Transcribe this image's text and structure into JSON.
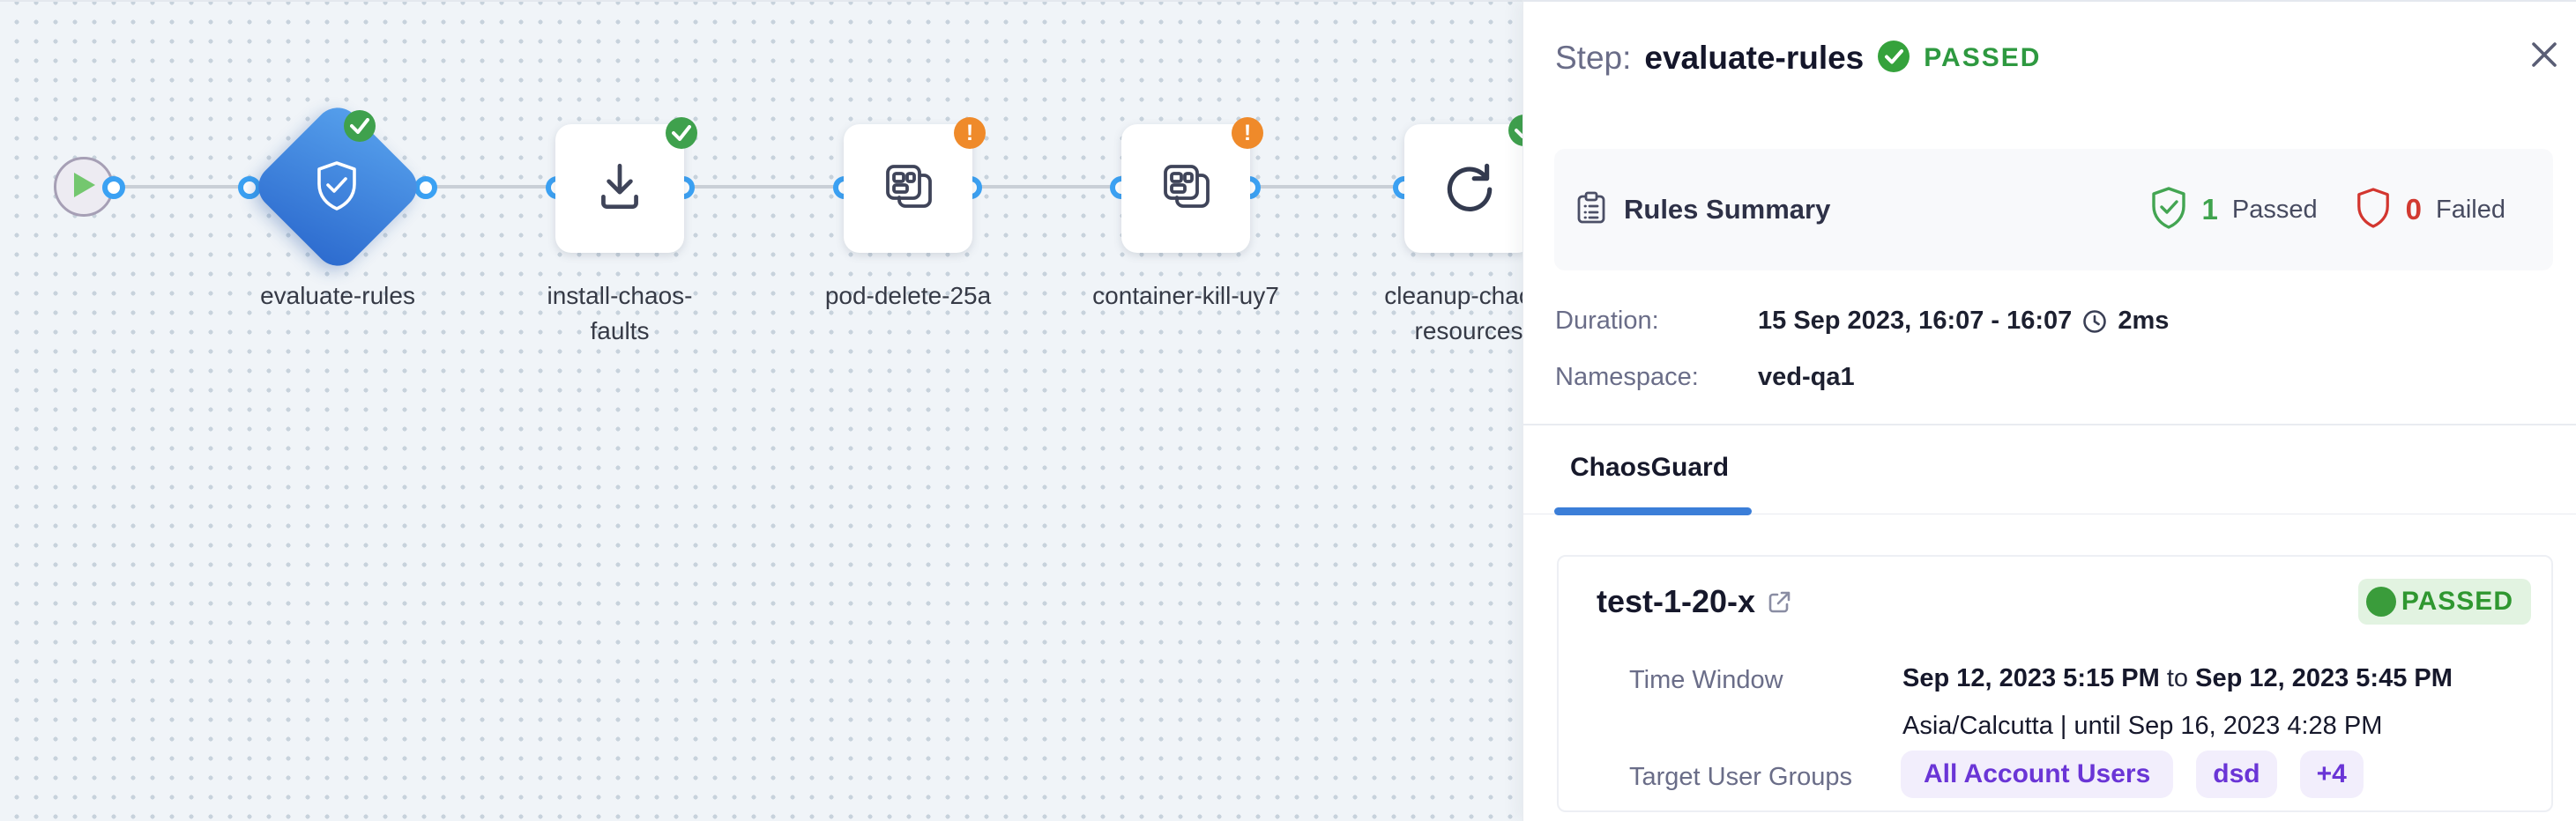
{
  "colors": {
    "canvas_bg": "#f0f4f8",
    "diamond_blue": "#2c6ace",
    "connector_blue": "#3ba1f3",
    "success_green": "#3fa14d",
    "warning_orange": "#ef8a2a",
    "fail_red": "#d23a31",
    "accent_purple": "#6a35d6",
    "tab_underline_blue": "#3b7ed8"
  },
  "canvas": {
    "nodes": [
      {
        "label": "evaluate-rules",
        "shape": "diamond",
        "icon": "shield-check-icon",
        "status": "passed"
      },
      {
        "label": "install-chaos-faults",
        "shape": "square",
        "icon": "download-icon",
        "status": "passed"
      },
      {
        "label": "pod-delete-25a",
        "shape": "square",
        "icon": "chaos-experiment-icon",
        "status": "warning"
      },
      {
        "label": "container-kill-uy7",
        "shape": "square",
        "icon": "chaos-experiment-icon",
        "status": "warning"
      },
      {
        "label": "cleanup-chaos-resources",
        "shape": "square",
        "icon": "refresh-icon",
        "status": "passed"
      }
    ],
    "warning_glyph": "!"
  },
  "panel": {
    "header": {
      "step_label": "Step:",
      "step_name": "evaluate-rules",
      "status": "PASSED"
    },
    "rules_summary": {
      "title": "Rules Summary",
      "passed_count": "1",
      "passed_label": "Passed",
      "failed_count": "0",
      "failed_label": "Failed"
    },
    "details": {
      "duration_label": "Duration:",
      "duration_value": "15 Sep 2023, 16:07 - 16:07",
      "duration_elapsed": "2ms",
      "namespace_label": "Namespace:",
      "namespace_value": "ved-qa1"
    },
    "tabs": [
      {
        "label": "ChaosGuard",
        "active": true
      }
    ],
    "guard_card": {
      "title": "test-1-20-x",
      "status": "PASSED",
      "time_window_label": "Time Window",
      "time_window_start": "Sep 12, 2023 5:15 PM",
      "time_window_to": "to",
      "time_window_end": "Sep 12, 2023 5:45 PM",
      "timezone_line": "Asia/Calcutta | until Sep 16, 2023 4:28 PM",
      "target_user_groups_label": "Target User Groups",
      "target_user_groups": [
        "All Account Users",
        "dsd",
        "+4"
      ]
    }
  }
}
